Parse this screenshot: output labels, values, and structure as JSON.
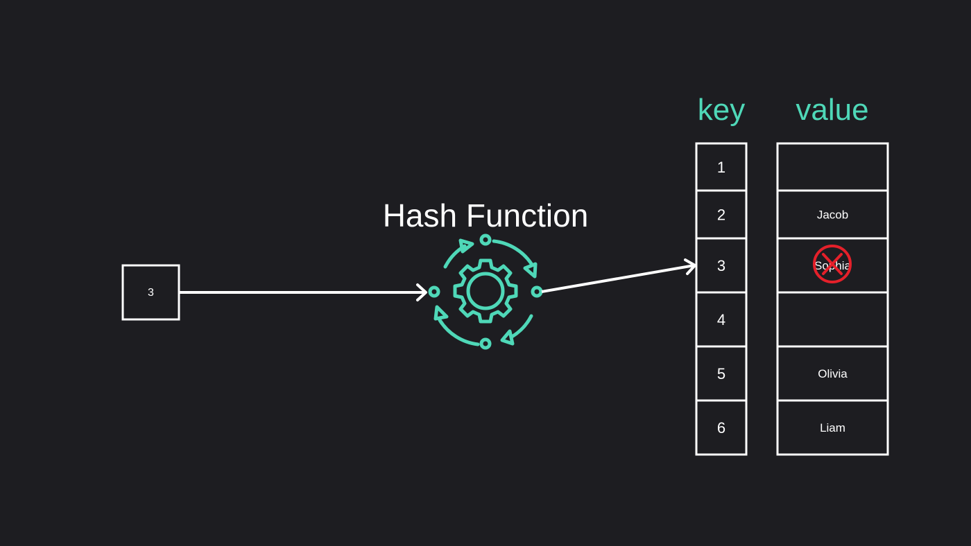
{
  "colors": {
    "background": "#1d1d21",
    "accent": "#4fd8b8",
    "stroke": "#ffffff",
    "delete_mark": "#e5202a"
  },
  "input": {
    "key": "3"
  },
  "hash_function": {
    "title": "Hash Function",
    "icon": "gear-cycle-icon"
  },
  "table": {
    "key_header": "key",
    "value_header": "value",
    "rows": [
      {
        "key": "1",
        "value": ""
      },
      {
        "key": "2",
        "value": "Jacob"
      },
      {
        "key": "3",
        "value": "Sophia",
        "deleted": true
      },
      {
        "key": "4",
        "value": ""
      },
      {
        "key": "5",
        "value": "Olivia"
      },
      {
        "key": "6",
        "value": "Liam"
      }
    ],
    "deleted_icon": "delete-x-icon"
  }
}
